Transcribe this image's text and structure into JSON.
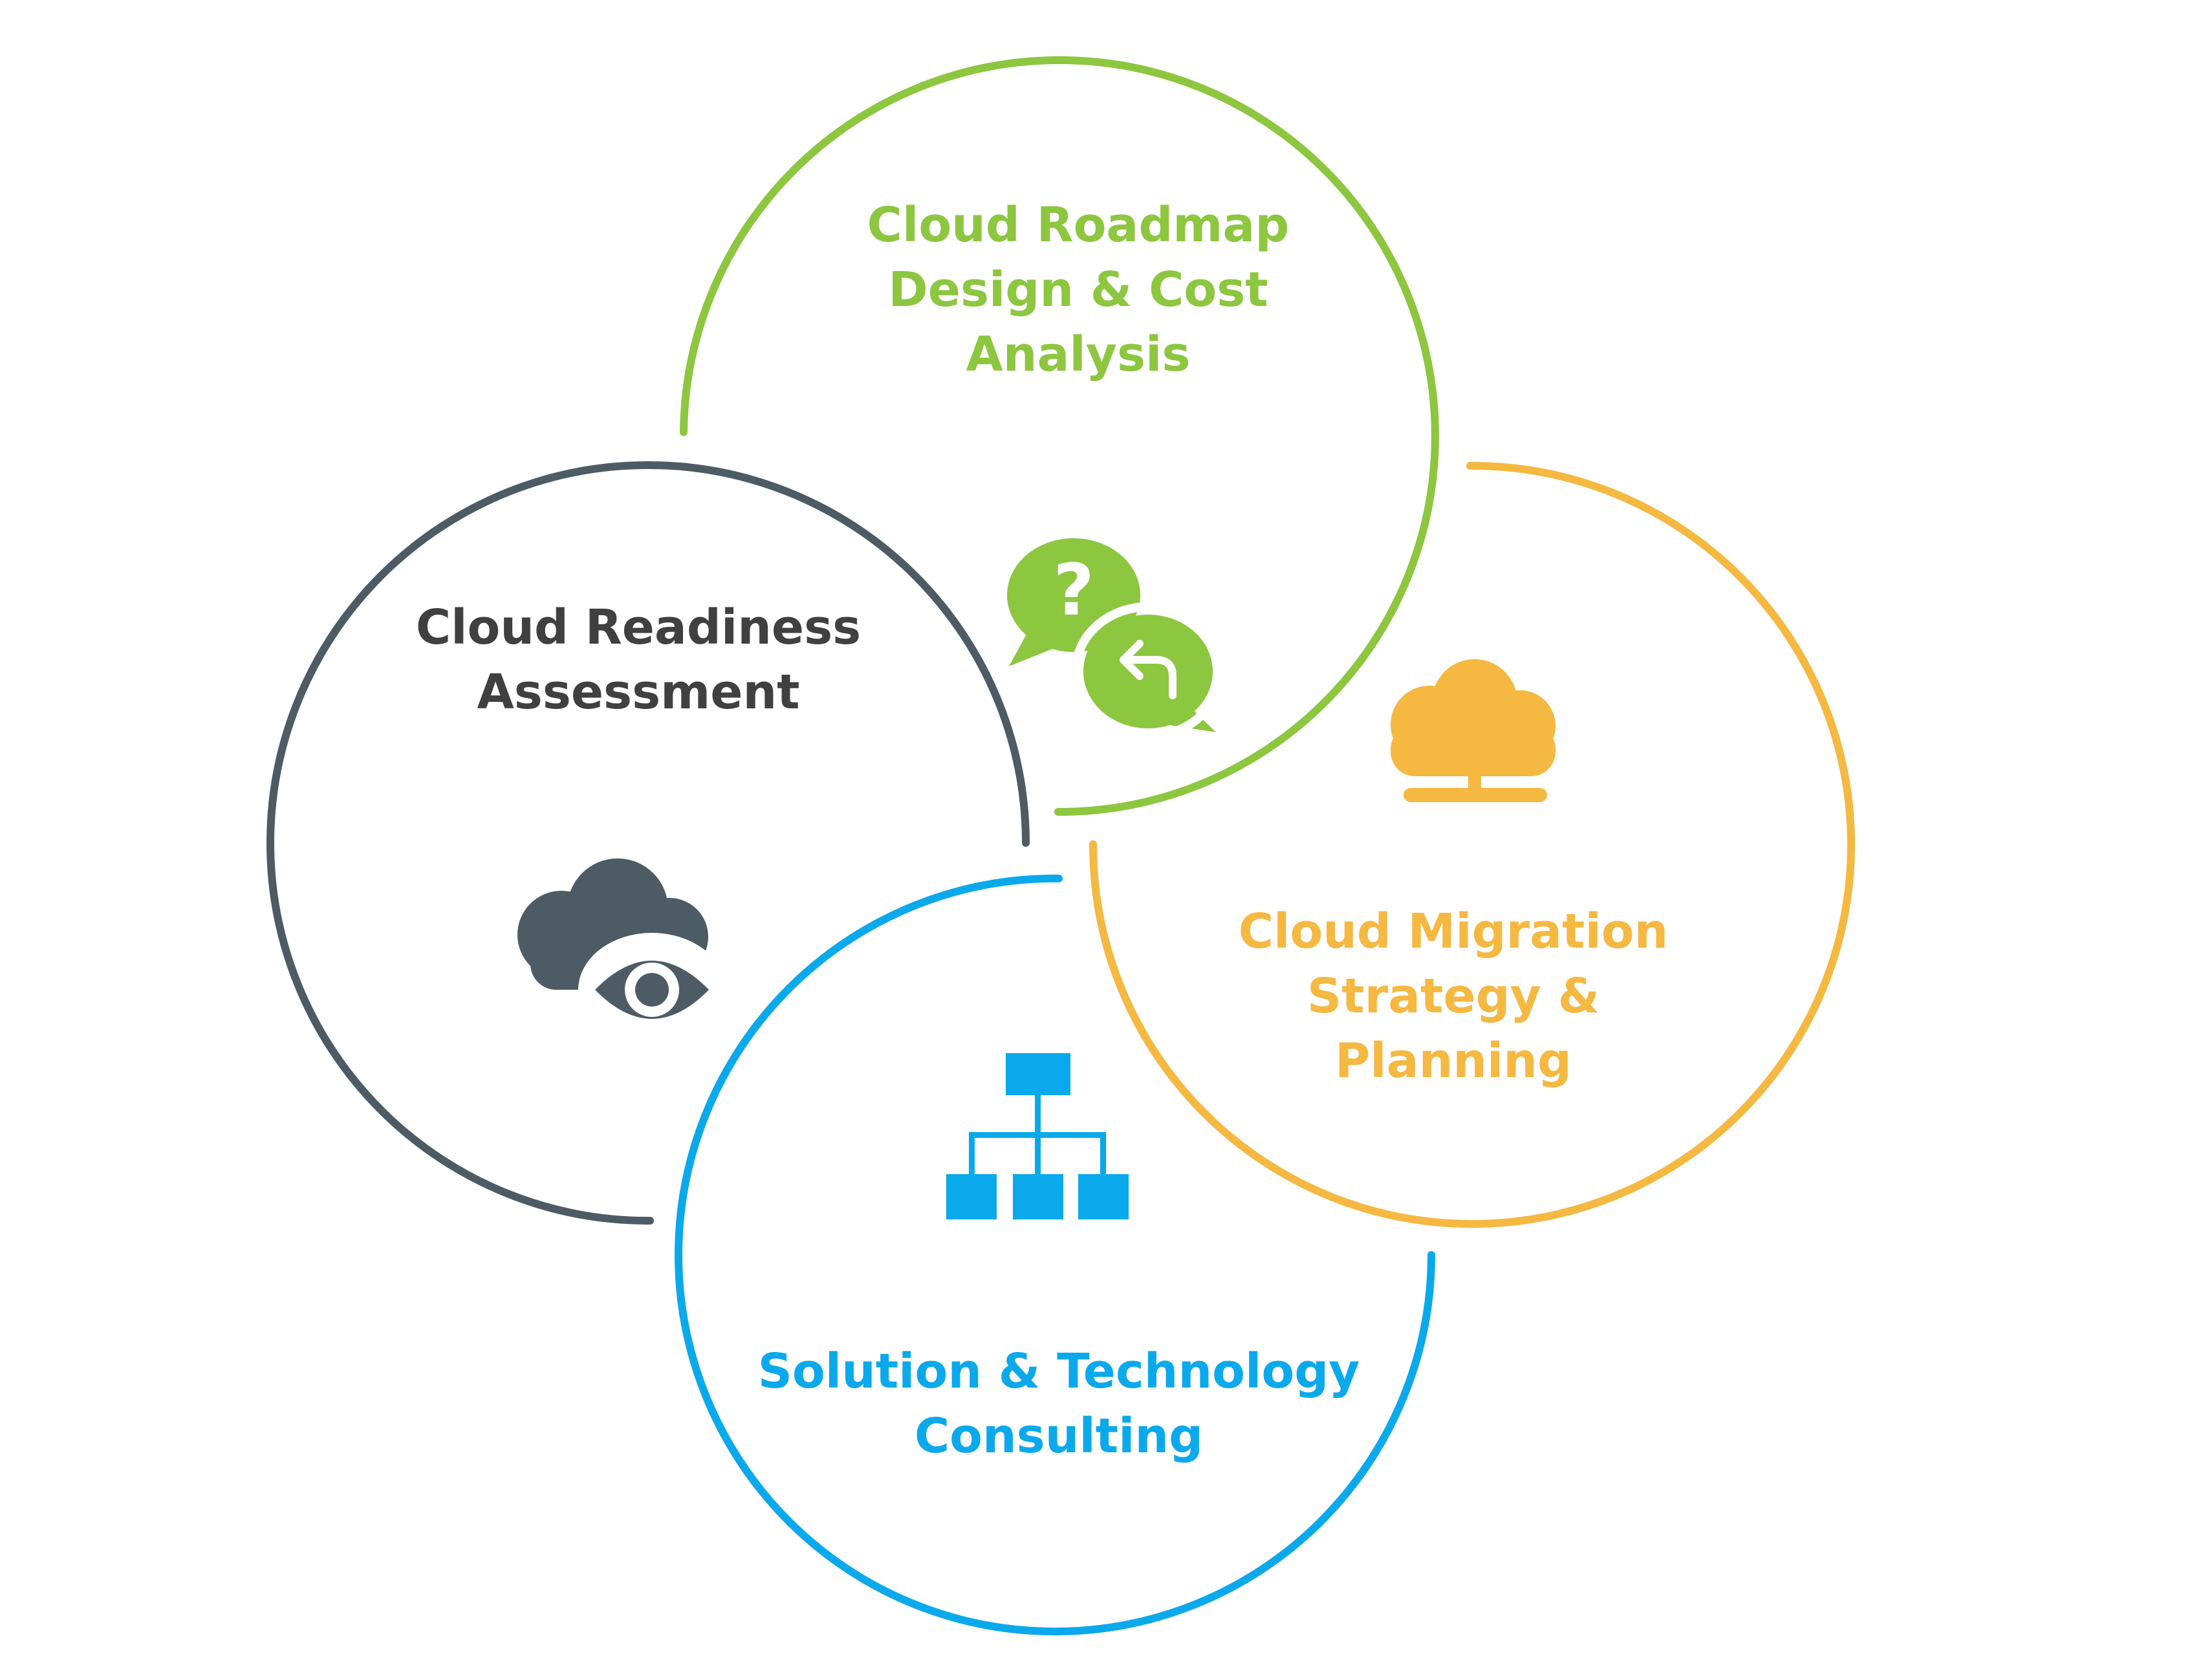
{
  "diagram": {
    "segments": [
      {
        "id": "roadmap",
        "label": "Cloud Roadmap\nDesign & Cost\nAnalysis",
        "color": "#8dc63f",
        "icon": "chat-question-reply-icon"
      },
      {
        "id": "readiness",
        "label": "Cloud Readiness\nAssessment",
        "color": "#4d5b65",
        "text_color": "#404040",
        "icon": "cloud-eye-icon"
      },
      {
        "id": "migration",
        "label": "Cloud Migration\nStrategy &\nPlanning",
        "color": "#f5b841",
        "icon": "cloud-network-icon"
      },
      {
        "id": "solution",
        "label": "Solution & Technology\nConsulting",
        "color": "#0aa9ec",
        "icon": "hierarchy-icon"
      }
    ]
  }
}
